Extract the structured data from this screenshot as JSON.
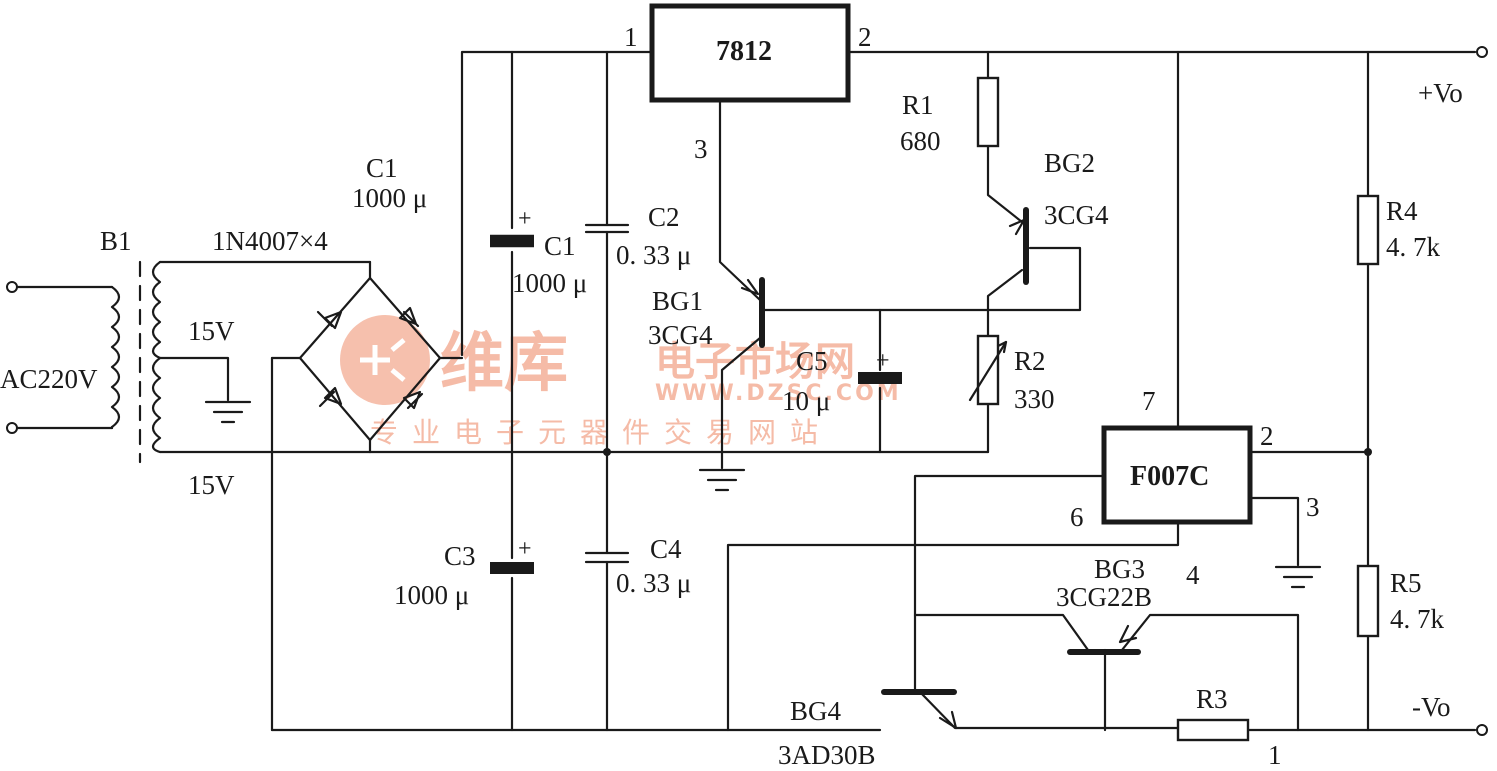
{
  "regulator": {
    "name": "7812",
    "pin_in": "1",
    "pin_out": "2",
    "pin_gnd": "3"
  },
  "transformer": {
    "name": "B1",
    "input": "AC220V",
    "secondary_upper": "15V",
    "secondary_lower": "15V"
  },
  "bridge": {
    "label": "1N4007×4"
  },
  "capacitors": {
    "c1_top": {
      "name": "C1",
      "value": "1000 μ"
    },
    "c1": {
      "name": "C1",
      "value": "1000 μ"
    },
    "c2": {
      "name": "C2",
      "value": "0. 33 μ"
    },
    "c3": {
      "name": "C3",
      "value": "1000 μ"
    },
    "c4": {
      "name": "C4",
      "value": "0. 33 μ"
    },
    "c5": {
      "name": "C5",
      "value": "10 μ"
    }
  },
  "resistors": {
    "r1": {
      "name": "R1",
      "value": "680"
    },
    "r2": {
      "name": "R2",
      "value": "330"
    },
    "r3": {
      "name": "R3",
      "value": ""
    },
    "r4": {
      "name": "R4",
      "value": "4. 7k"
    },
    "r5": {
      "name": "R5",
      "value": "4. 7k"
    }
  },
  "transistors": {
    "bg1": {
      "name": "BG1",
      "type": "3CG4"
    },
    "bg2": {
      "name": "BG2",
      "type": "3CG4"
    },
    "bg3": {
      "name": "BG3",
      "type": "3CG22B"
    },
    "bg4": {
      "name": "BG4",
      "type": "3AD30B"
    }
  },
  "opamp": {
    "name": "F007C",
    "pin7": "7",
    "pin2": "2",
    "pin3": "3",
    "pin6": "6",
    "pin4": "4"
  },
  "outputs": {
    "positive": "+Vo",
    "negative": "-Vo",
    "node1": "1"
  },
  "watermark": {
    "brand": "维库",
    "brand2": "电子市场网",
    "url": "WWW.DZSC.COM",
    "slogan": "专业电子元器件交易网站"
  }
}
